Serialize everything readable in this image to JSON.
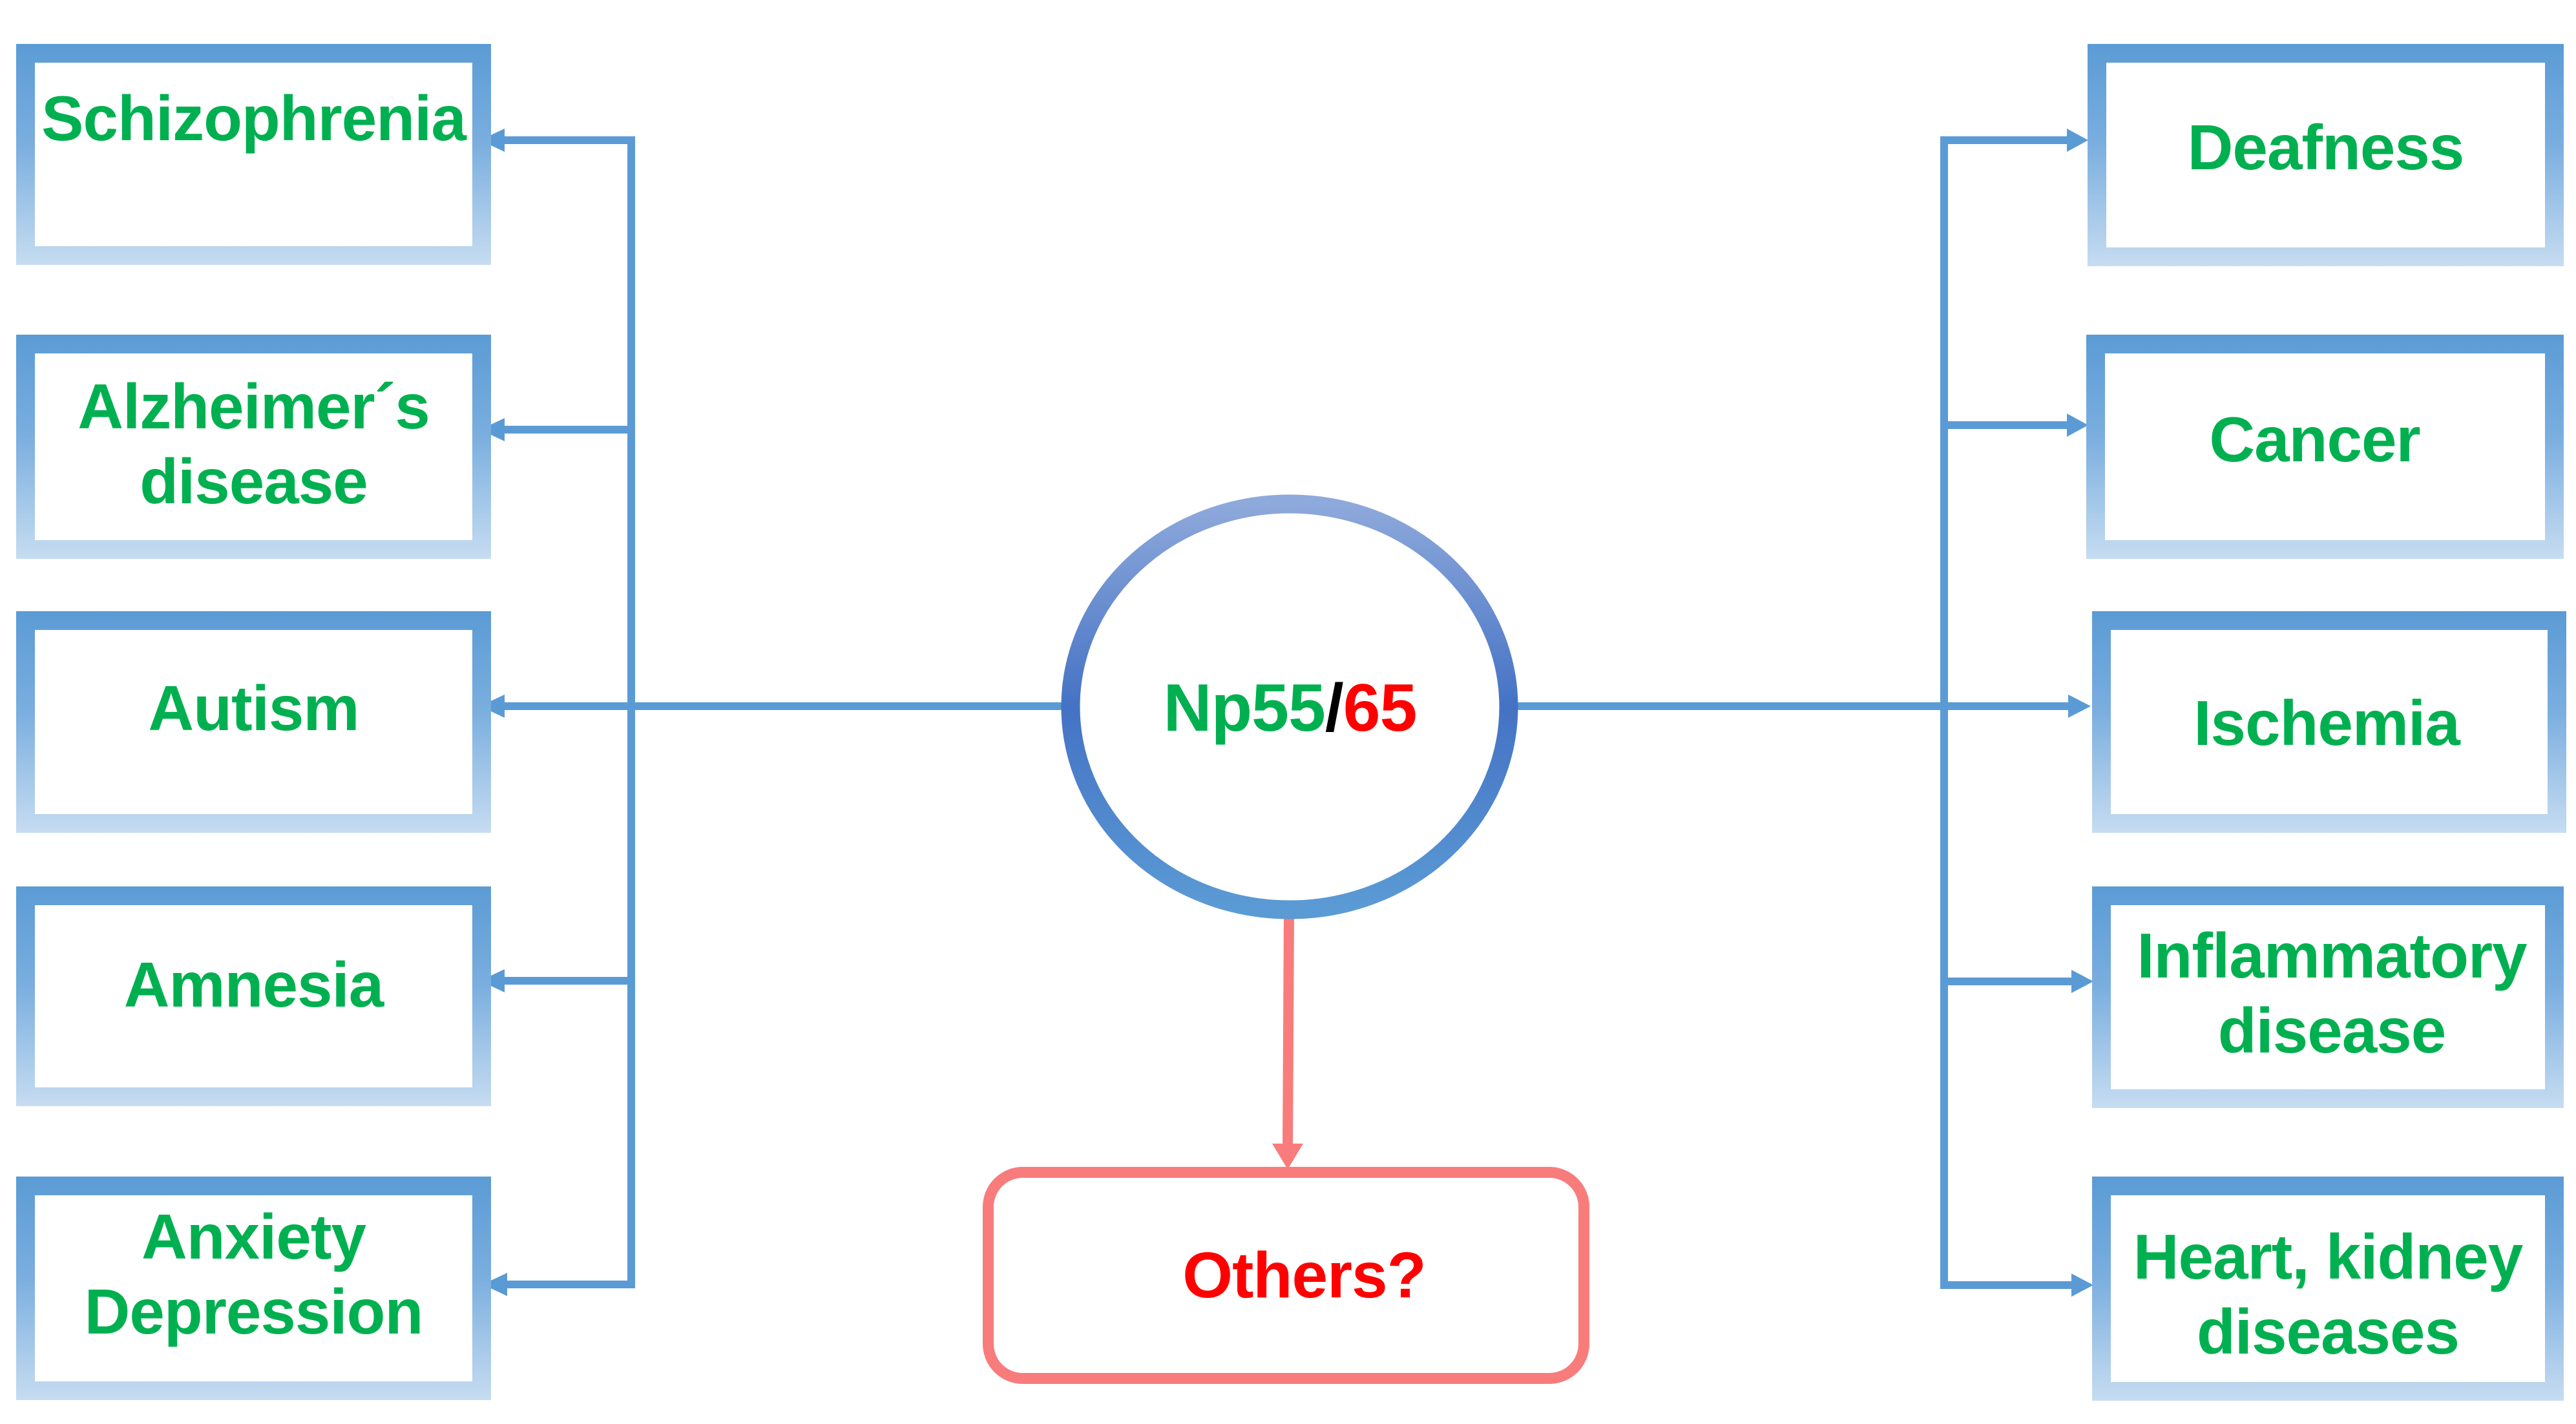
{
  "hub": {
    "label_part1": "Np55",
    "label_slash": "/",
    "label_part2": "65",
    "colors": {
      "part1": "#00B050",
      "slash": "#000000",
      "part2": "#FF0000",
      "ring": "#4472C4"
    }
  },
  "left_nodes": [
    {
      "label_lines": [
        "Schizophrenia"
      ]
    },
    {
      "label_lines": [
        "Alzheimer´s",
        "disease"
      ]
    },
    {
      "label_lines": [
        "Autism"
      ]
    },
    {
      "label_lines": [
        "Amnesia"
      ]
    },
    {
      "label_lines": [
        "Anxiety",
        "Depression"
      ]
    }
  ],
  "right_nodes": [
    {
      "label_lines": [
        "Deafness"
      ]
    },
    {
      "label_lines": [
        "Cancer"
      ]
    },
    {
      "label_lines": [
        "Ischemia"
      ]
    },
    {
      "label_lines": [
        "Inflammatory",
        "disease"
      ]
    },
    {
      "label_lines": [
        "Heart, kidney",
        "diseases"
      ]
    }
  ],
  "bottom_node": {
    "label": "Others?"
  },
  "colors": {
    "node_text": "#00B050",
    "node_border": "#5B9BD5",
    "connector": "#5B9BD5",
    "others_border": "#F87C7C",
    "others_text": "#FF0000"
  }
}
